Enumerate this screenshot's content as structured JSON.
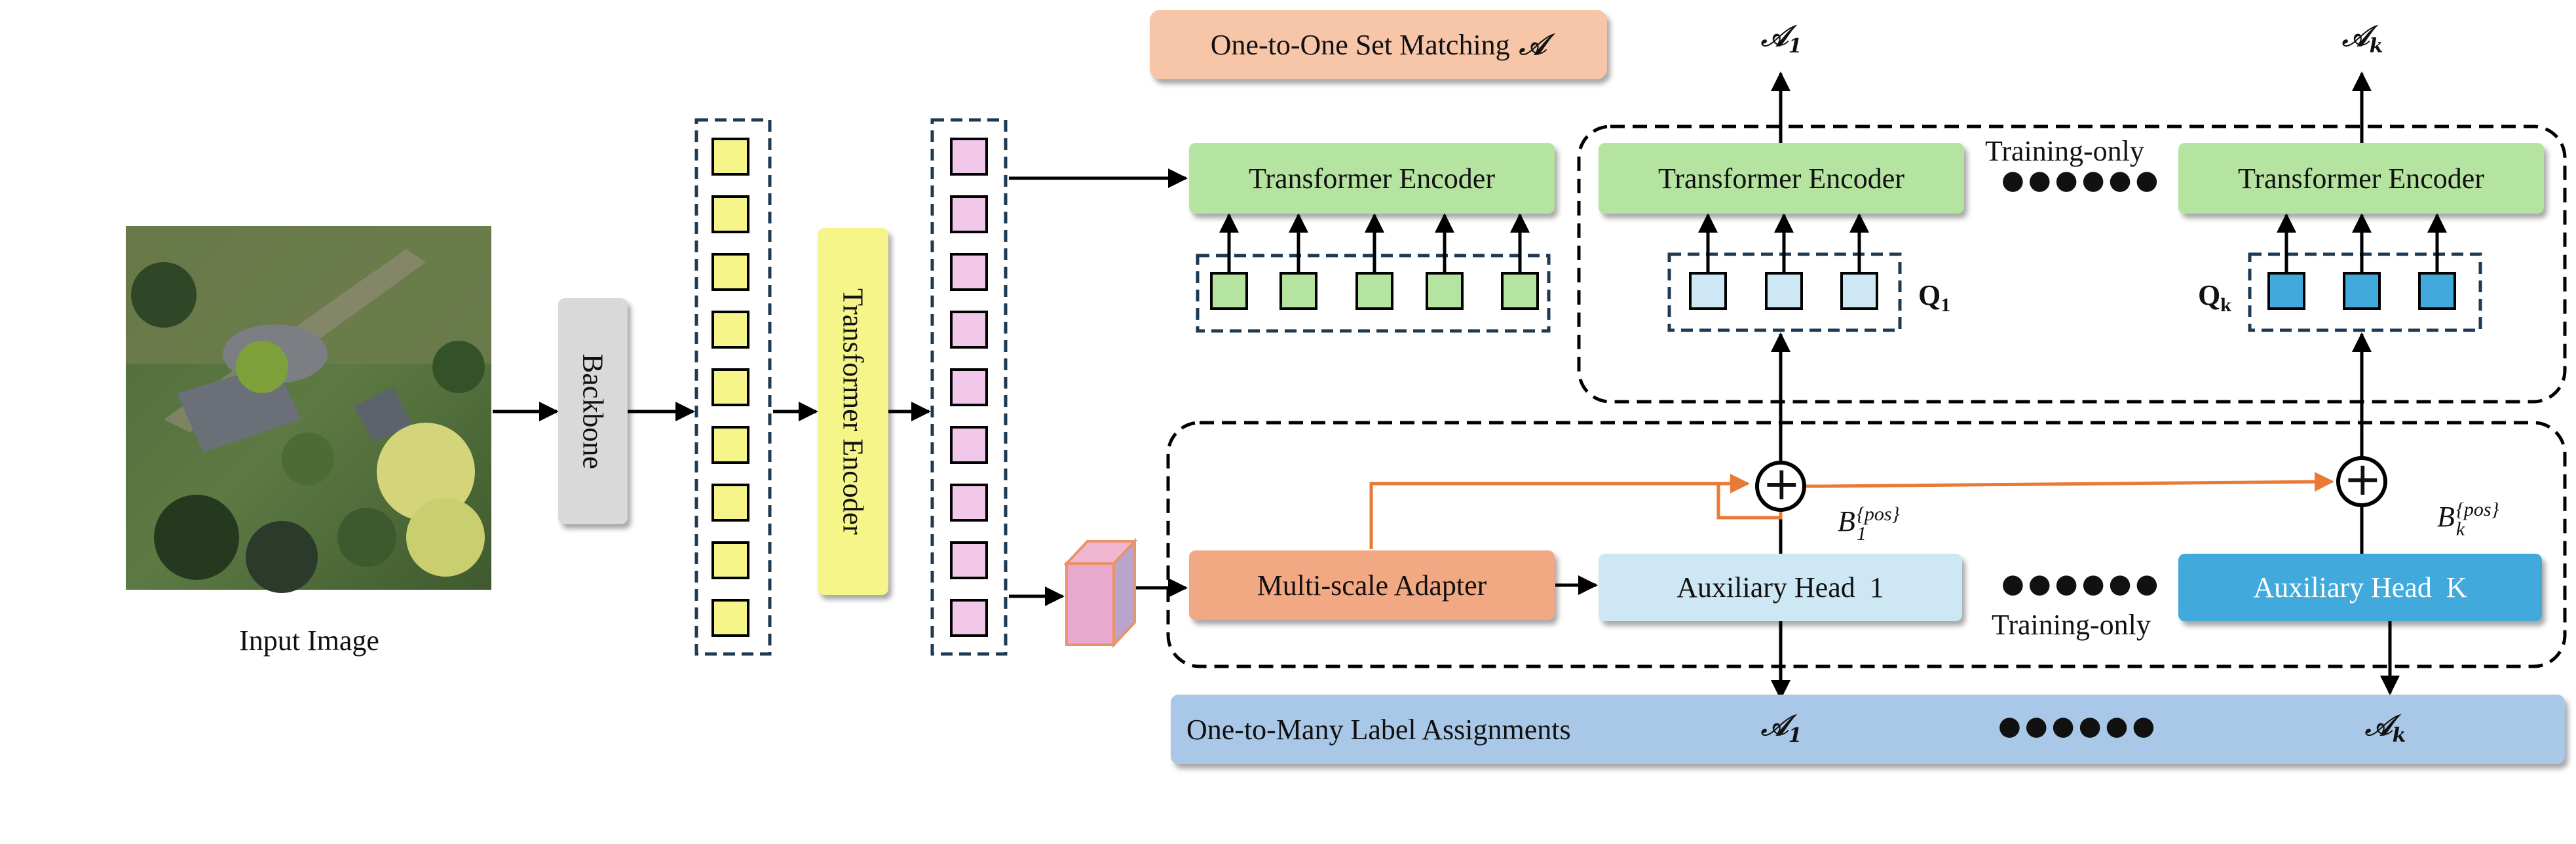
{
  "input": {
    "caption": "Input Image"
  },
  "backbone": {
    "label": "Backbone"
  },
  "encoder_vertical": {
    "label": "Transformer Encoder"
  },
  "top_matching": {
    "label": "One-to-One Set Matching",
    "symbol": "𝒜"
  },
  "encoder_main": {
    "label": "Transformer Encoder"
  },
  "encoder_1": {
    "label": "Transformer Encoder"
  },
  "encoder_k": {
    "label": "Transformer Encoder"
  },
  "training_only_top": "Training-only",
  "training_only_bottom": "Training-only",
  "ellipsis": "●●●●●●",
  "query_1": {
    "label": "Q",
    "sub": "1"
  },
  "query_k": {
    "label": "Q",
    "sub": "k"
  },
  "assign_top_1": {
    "symbol": "𝒜",
    "sub": "1"
  },
  "assign_top_k": {
    "symbol": "𝒜",
    "sub": "k"
  },
  "assign_bot_1": {
    "symbol": "𝒜",
    "sub": "1"
  },
  "assign_bot_k": {
    "symbol": "𝒜",
    "sub": "k"
  },
  "adapter": {
    "label": "Multi-scale Adapter"
  },
  "aux_head_1": {
    "label": "Auxiliary Head  1"
  },
  "aux_head_k": {
    "label": "Auxiliary Head  K"
  },
  "b1": {
    "symbol": "B",
    "sub": "1",
    "sup": "{pos}"
  },
  "bk": {
    "symbol": "B",
    "sub": "k",
    "sup": "{pos}"
  },
  "plus_symbol": "+",
  "label_assign": {
    "label": "One-to-Many Label Assignments"
  },
  "colors": {
    "yellow": "#f5f58a",
    "pink": "#f2c8ea",
    "green": "#b5e3a0",
    "light_blue": "#cde7f5",
    "blue": "#41a9dc",
    "orange": "#f2a882",
    "peach": "#f7c6a9",
    "banner_blue": "#a9c8e8",
    "orange_line": "#e87a35"
  }
}
